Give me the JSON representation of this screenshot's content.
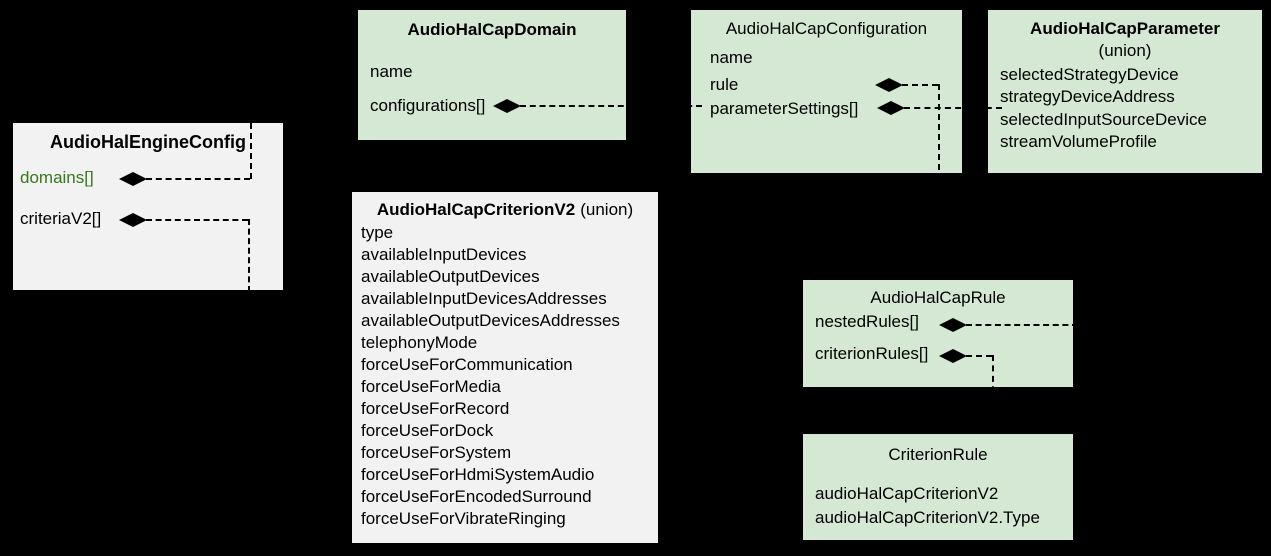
{
  "diagram": {
    "background_color": "#000000",
    "box_fill_green": "#d5e8d4",
    "box_fill_gray": "#f2f2f2",
    "text_color": "#000000",
    "highlight_text_color": "#38761d",
    "connector_color": "#000000",
    "connector_style": "dashed",
    "diamond_icon_glyph": "◆"
  },
  "boxes": [
    {
      "title": "AudioHalEngineConfig",
      "fields": [
        "domains[]",
        "criteriaV2[]"
      ]
    },
    {
      "title": "AudioHalCapDomain",
      "fields": [
        "name",
        "configurations[]"
      ]
    },
    {
      "title": "AudioHalCapConfiguration",
      "fields": [
        "name",
        "rule",
        "parameterSettings[]"
      ]
    },
    {
      "title": "AudioHalCapParameter",
      "subtitle": "(union)",
      "fields": [
        "selectedStrategyDevice",
        "strategyDeviceAddress",
        "selectedInputSourceDevice",
        "streamVolumeProfile"
      ]
    },
    {
      "title": "AudioHalCapCriterionV2",
      "title_suffix": "(union)",
      "fields": [
        "type",
        "availableInputDevices",
        "availableOutputDevices",
        "availableInputDevicesAddresses",
        "availableOutputDevicesAddresses",
        "telephonyMode",
        "forceUseForCommunication",
        "forceUseForMedia",
        "forceUseForRecord",
        "forceUseForDock",
        "forceUseForSystem",
        "forceUseForHdmiSystemAudio",
        "forceUseForEncodedSurround",
        "forceUseForVibrateRinging"
      ]
    },
    {
      "title": "AudioHalCapRule",
      "fields": [
        "nestedRules[]",
        "criterionRules[]"
      ]
    },
    {
      "title": "CriterionRule",
      "fields": [
        "audioHalCapCriterionV2",
        "audioHalCapCriterionV2.Type"
      ]
    }
  ],
  "relationships": [
    {
      "from": "AudioHalEngineConfig.domains[]",
      "to": "AudioHalCapDomain",
      "type": "aggregation"
    },
    {
      "from": "AudioHalEngineConfig.criteriaV2[]",
      "to": "AudioHalCapCriterionV2",
      "type": "aggregation"
    },
    {
      "from": "AudioHalCapDomain.configurations[]",
      "to": "AudioHalCapConfiguration",
      "type": "aggregation"
    },
    {
      "from": "AudioHalCapConfiguration.rule",
      "to": "AudioHalCapRule",
      "type": "aggregation"
    },
    {
      "from": "AudioHalCapConfiguration.parameterSettings[]",
      "to": "AudioHalCapParameter",
      "type": "aggregation"
    },
    {
      "from": "AudioHalCapRule.nestedRules[]",
      "to": "AudioHalCapRule",
      "type": "aggregation"
    },
    {
      "from": "AudioHalCapRule.criterionRules[]",
      "to": "CriterionRule",
      "type": "aggregation"
    }
  ]
}
